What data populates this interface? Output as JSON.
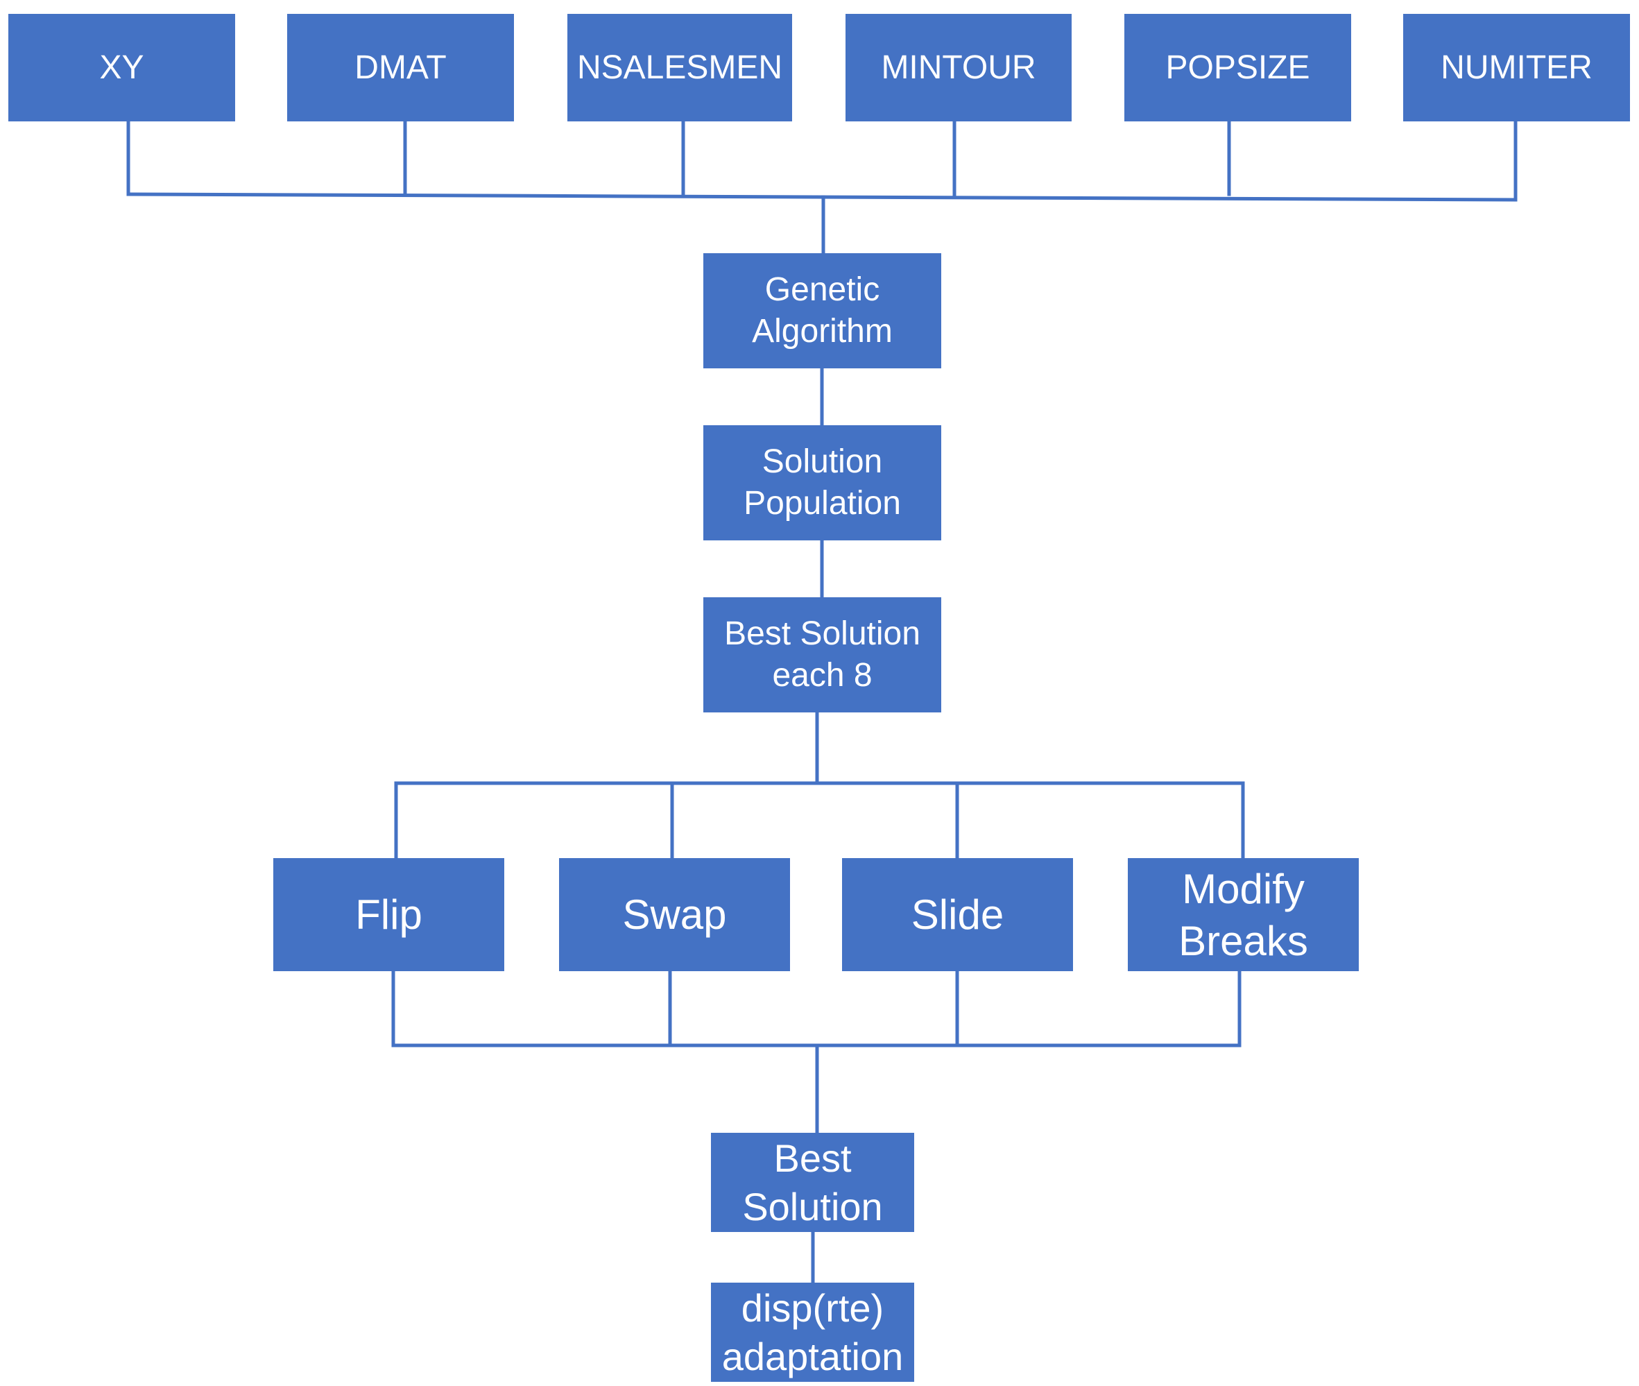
{
  "diagram": {
    "colors": {
      "box_fill": "#4472C4",
      "box_text": "#FFFFFF",
      "connector": "#4472C4"
    },
    "inputs": [
      {
        "label": "XY"
      },
      {
        "label": "DMAT"
      },
      {
        "label": "NSALESMEN"
      },
      {
        "label": "MINTOUR"
      },
      {
        "label": "POPSIZE"
      },
      {
        "label": "NUMITER"
      }
    ],
    "genetic_algorithm": {
      "label": "Genetic\nAlgorithm"
    },
    "solution_population": {
      "label": "Solution\nPopulation"
    },
    "best_solution_each": {
      "label": "Best Solution\neach 8"
    },
    "operators": [
      {
        "label": "Flip"
      },
      {
        "label": "Swap"
      },
      {
        "label": "Slide"
      },
      {
        "label": "Modify\nBreaks"
      }
    ],
    "best_solution": {
      "label": "Best\nSolution"
    },
    "display": {
      "label": "disp(rte)\nadaptation"
    }
  }
}
